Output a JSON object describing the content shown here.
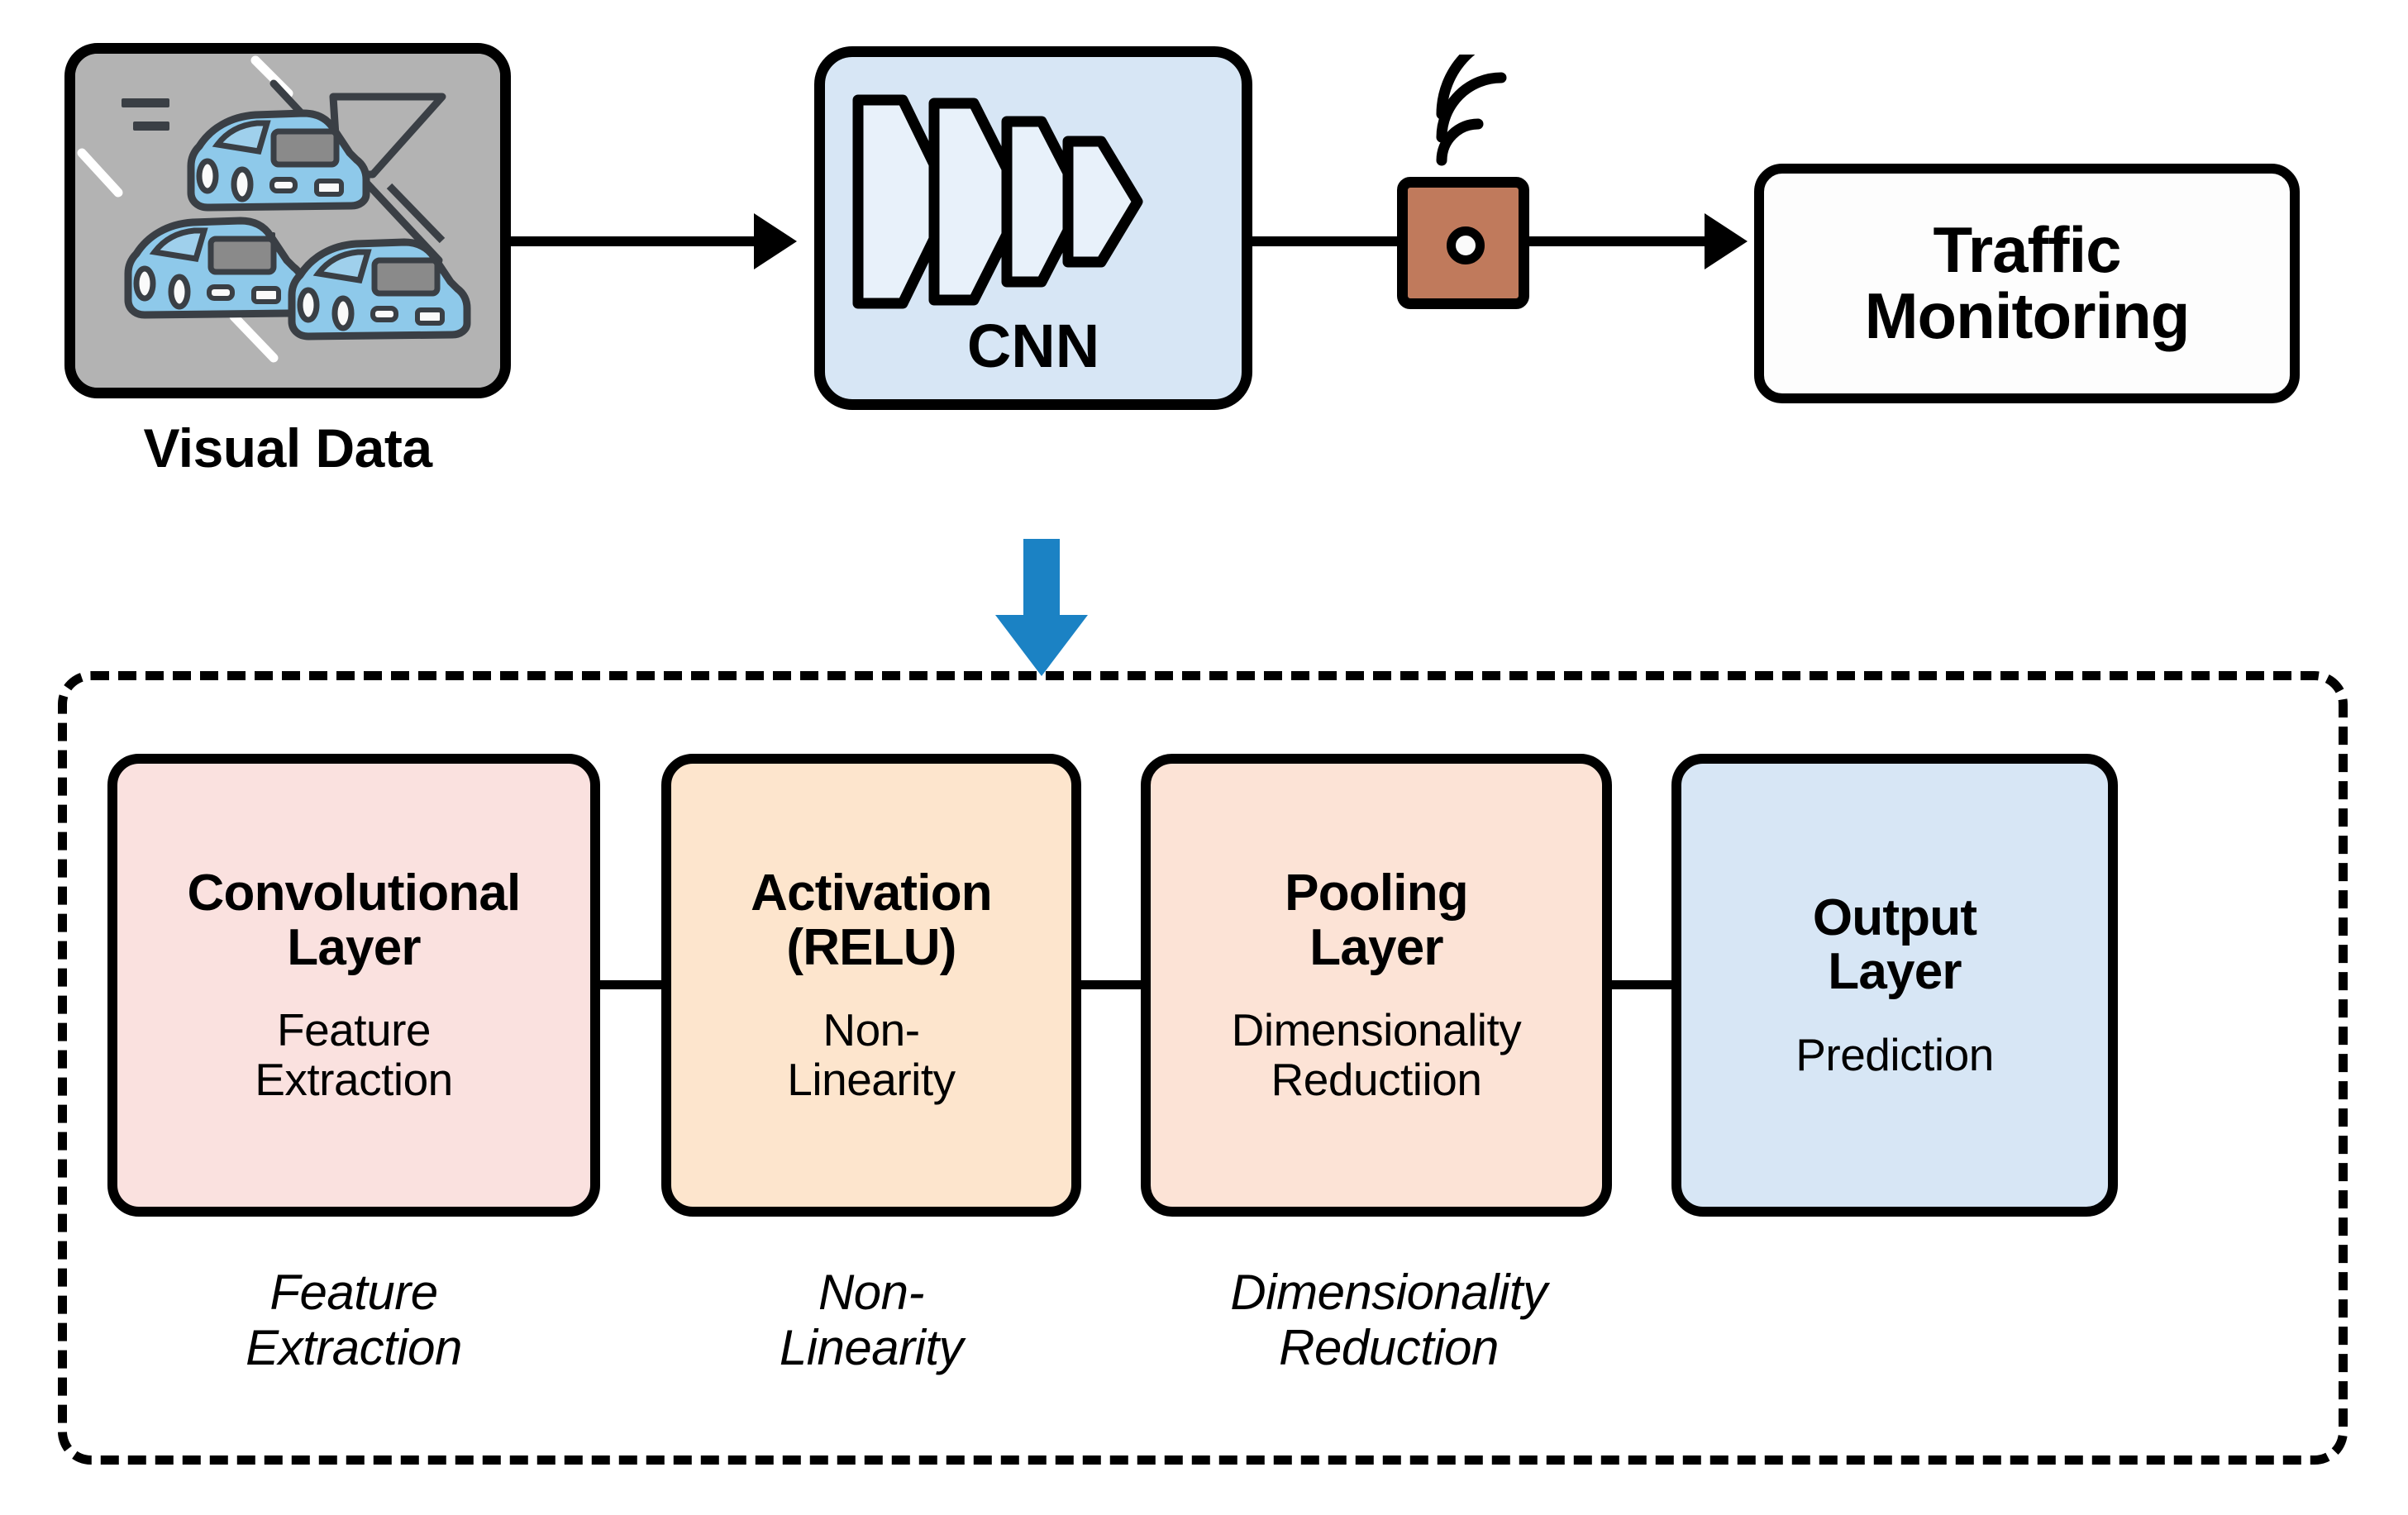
{
  "pipeline": {
    "input": {
      "label": "Visual Data",
      "icon": "traffic-road-cars-icon",
      "scene": {
        "road_color": "#b3b3b3",
        "car_color": "#8ec9ea",
        "car_count": 3
      }
    },
    "model": {
      "label": "CNN",
      "icon": "neural-network-layers-icon",
      "layer_count": 4,
      "color": "#d7e6f5"
    },
    "sensor": {
      "icon": "wireless-camera-sensor-icon",
      "signal_icon": "wifi-signal-icon",
      "color": "#c07a5c"
    },
    "output": {
      "line1": "Traffic",
      "line2": "Monitoring"
    },
    "arrows": {
      "input_to_model": "arrow-right-icon",
      "sensor_to_output": "arrow-right-icon",
      "model_to_detail": "arrow-down-icon",
      "down_arrow_color": "#1b82c4"
    }
  },
  "cnn_detail": {
    "layers": [
      {
        "title_line1": "Convolutional",
        "title_line2": "Layer",
        "sub_line1": "Feature",
        "sub_line2": "Extraction",
        "color": "#fae1df",
        "caption_line1": "Feature",
        "caption_line2": "Extraction"
      },
      {
        "title_line1": "Activation",
        "title_line2": "(RELU)",
        "sub_line1": "Non-",
        "sub_line2": "Linearity",
        "color": "#fde5cd",
        "caption_line1": "Non-",
        "caption_line2": "Linearity"
      },
      {
        "title_line1": "Pooling",
        "title_line2": "Layer",
        "sub_line1": "Dimensionality",
        "sub_line2": "Reductiion",
        "color": "#fce3d6",
        "caption_line1": "Dimensionality",
        "caption_line2": "Reduction"
      },
      {
        "title_line1": "Output",
        "title_line2": "Layer",
        "sub_line1": "Prediction",
        "sub_line2": "",
        "color": "#d7e6f5",
        "caption_line1": "",
        "caption_line2": ""
      }
    ]
  }
}
